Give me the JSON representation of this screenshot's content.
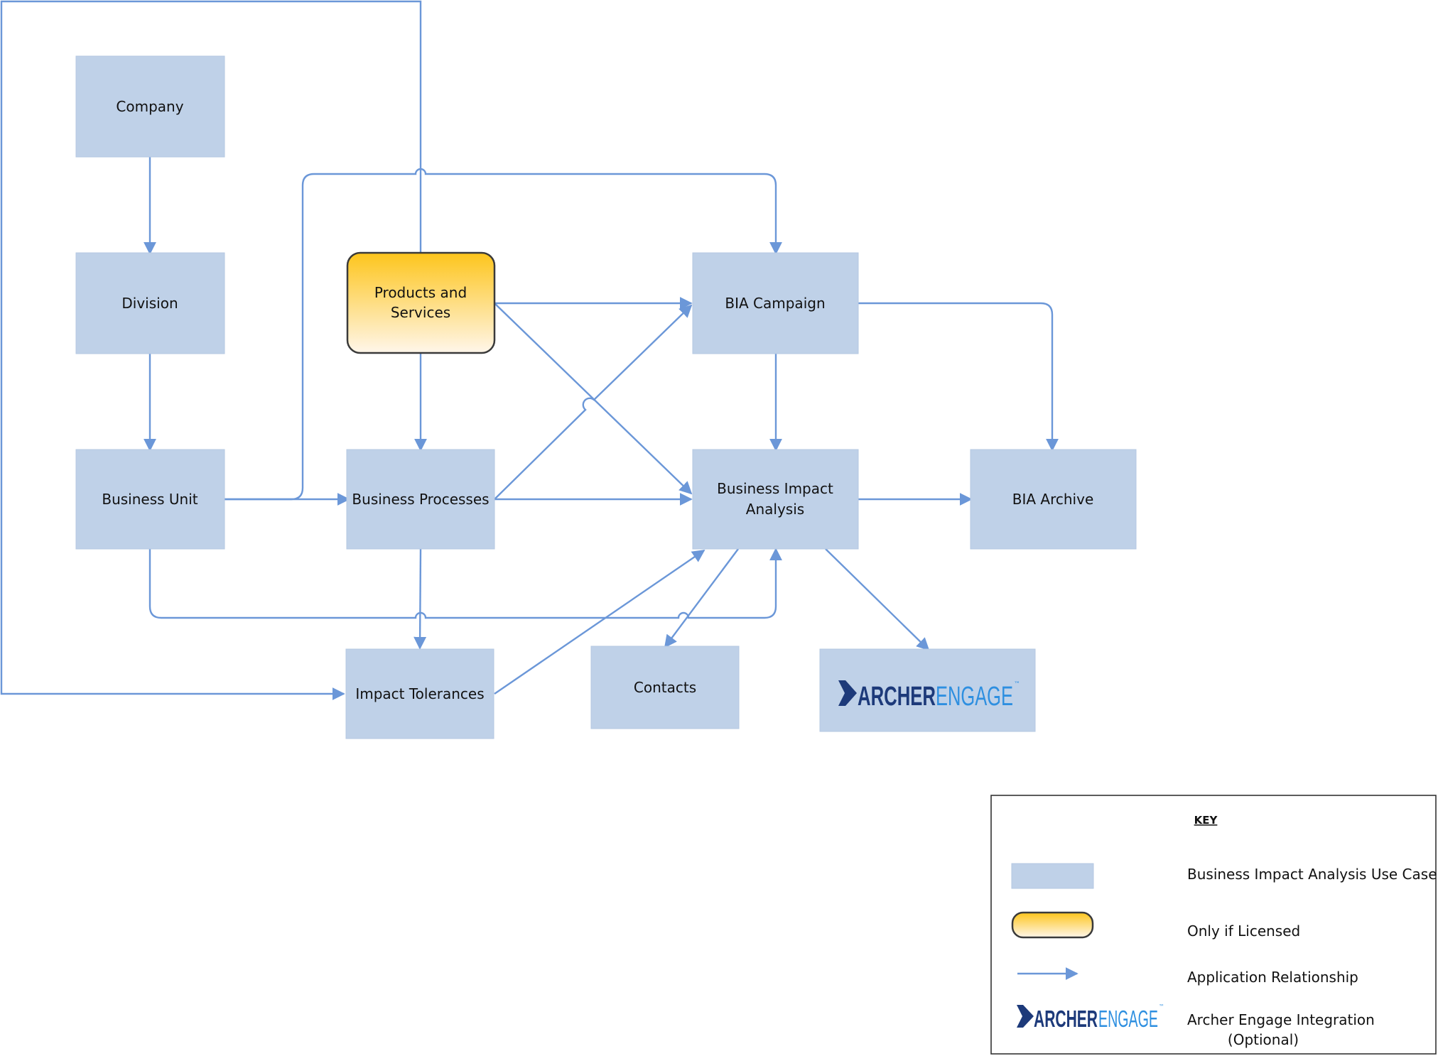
{
  "nodes": {
    "company": "Company",
    "division": "Division",
    "business_unit": "Business Unit",
    "products_services": [
      "Products and",
      "Services"
    ],
    "business_processes": "Business Processes",
    "impact_tolerances": "Impact Tolerances",
    "bia_campaign": "BIA Campaign",
    "business_impact_analysis": [
      "Business Impact",
      "Analysis"
    ],
    "bia_archive": "BIA Archive",
    "contacts": "Contacts"
  },
  "logo": {
    "archer": "ARCHER",
    "engage": "ENGAGE",
    "tm": "™"
  },
  "legend": {
    "title": "KEY",
    "use_case": "Business Impact Analysis Use Case",
    "licensed": "Only if Licensed",
    "relationship": "Application Relationship",
    "engage": [
      "Archer Engage Integration",
      "(Optional)"
    ]
  },
  "colors": {
    "node_fill": "#bfd1e8",
    "edge": "#6b97d8",
    "licensed_top": "#fdc51c",
    "licensed_bottom": "#fff6ea",
    "logo_dark": "#1d3a7a",
    "logo_light": "#2e8fe0"
  }
}
